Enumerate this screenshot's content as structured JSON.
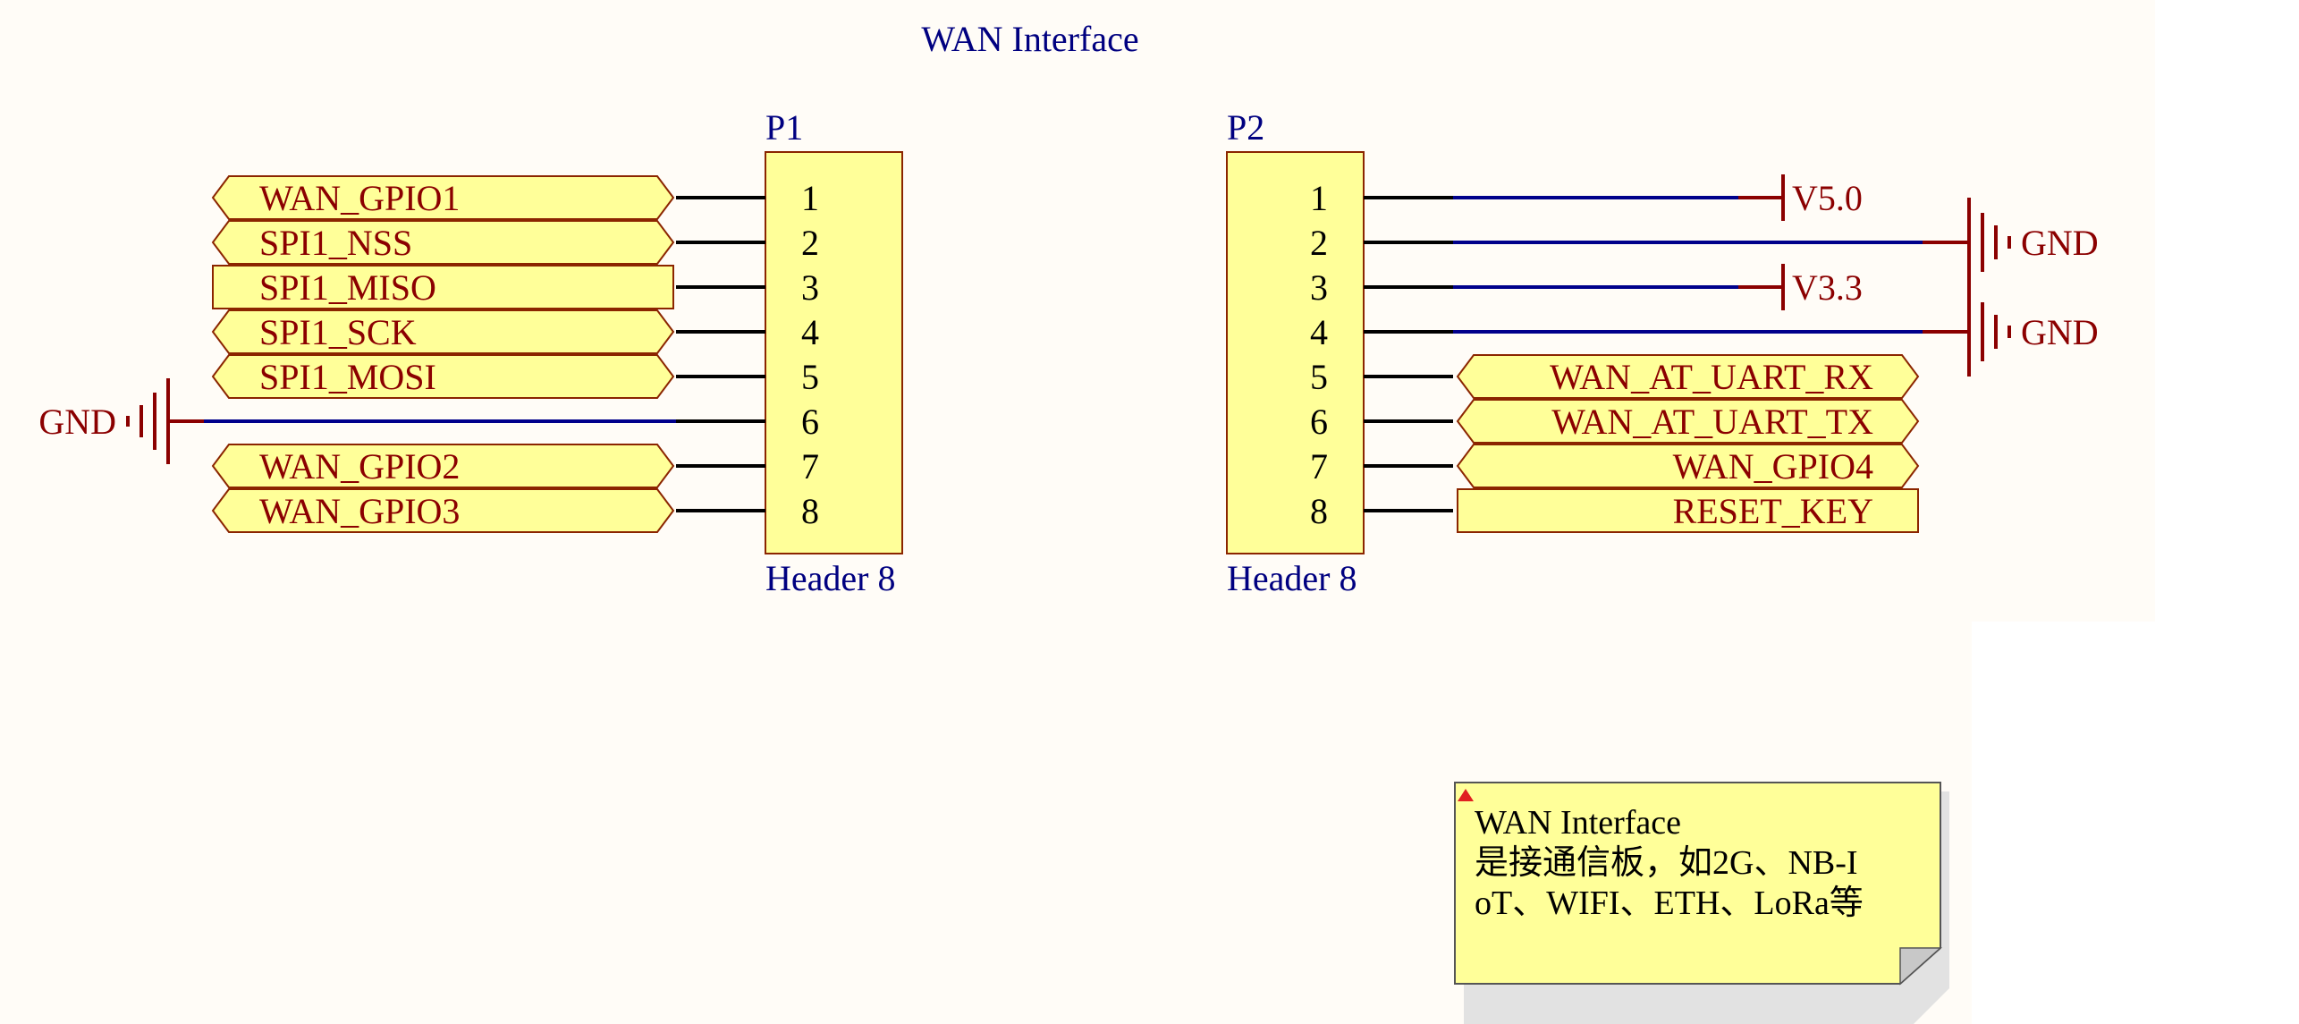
{
  "title": "WAN Interface",
  "colors": {
    "background": "#fffcf7",
    "wire": "#000000",
    "bus_wire": "#00008b",
    "power": "#8b0000",
    "label_fill": "#ffff99",
    "label_stroke": "#8b2500",
    "label_text": "#8b0000",
    "component_text": "#000080",
    "note_fill": "#ffff99",
    "note_marker": "#e02020"
  },
  "connectors": [
    {
      "designator": "P1",
      "comment": "Header 8",
      "pins": [
        "1",
        "2",
        "3",
        "4",
        "5",
        "6",
        "7",
        "8"
      ],
      "nets": [
        {
          "pin": "1",
          "kind": "port",
          "label": "WAN_GPIO1",
          "shape": "bidirectional"
        },
        {
          "pin": "2",
          "kind": "port",
          "label": "SPI1_NSS",
          "shape": "bidirectional"
        },
        {
          "pin": "3",
          "kind": "port",
          "label": "SPI1_MISO",
          "shape": "input"
        },
        {
          "pin": "4",
          "kind": "port",
          "label": "SPI1_SCK",
          "shape": "bidirectional"
        },
        {
          "pin": "5",
          "kind": "port",
          "label": "SPI1_MOSI",
          "shape": "bidirectional"
        },
        {
          "pin": "6",
          "kind": "ground",
          "label": "GND"
        },
        {
          "pin": "7",
          "kind": "port",
          "label": "WAN_GPIO2",
          "shape": "bidirectional"
        },
        {
          "pin": "8",
          "kind": "port",
          "label": "WAN_GPIO3",
          "shape": "bidirectional"
        }
      ]
    },
    {
      "designator": "P2",
      "comment": "Header 8",
      "pins": [
        "1",
        "2",
        "3",
        "4",
        "5",
        "6",
        "7",
        "8"
      ],
      "nets": [
        {
          "pin": "1",
          "kind": "power",
          "label": "V5.0"
        },
        {
          "pin": "2",
          "kind": "ground",
          "label": "GND"
        },
        {
          "pin": "3",
          "kind": "power",
          "label": "V3.3"
        },
        {
          "pin": "4",
          "kind": "ground",
          "label": "GND"
        },
        {
          "pin": "5",
          "kind": "port",
          "label": "WAN_AT_UART_RX",
          "shape": "bidirectional"
        },
        {
          "pin": "6",
          "kind": "port",
          "label": "WAN_AT_UART_TX",
          "shape": "bidirectional"
        },
        {
          "pin": "7",
          "kind": "port",
          "label": "WAN_GPIO4",
          "shape": "bidirectional"
        },
        {
          "pin": "8",
          "kind": "port",
          "label": "RESET_KEY",
          "shape": "input"
        }
      ]
    }
  ],
  "note": {
    "lines": [
      "WAN Interface",
      "是接通信板，如2G、NB-I",
      "oT、WIFI、ETH、LoRa等"
    ]
  }
}
